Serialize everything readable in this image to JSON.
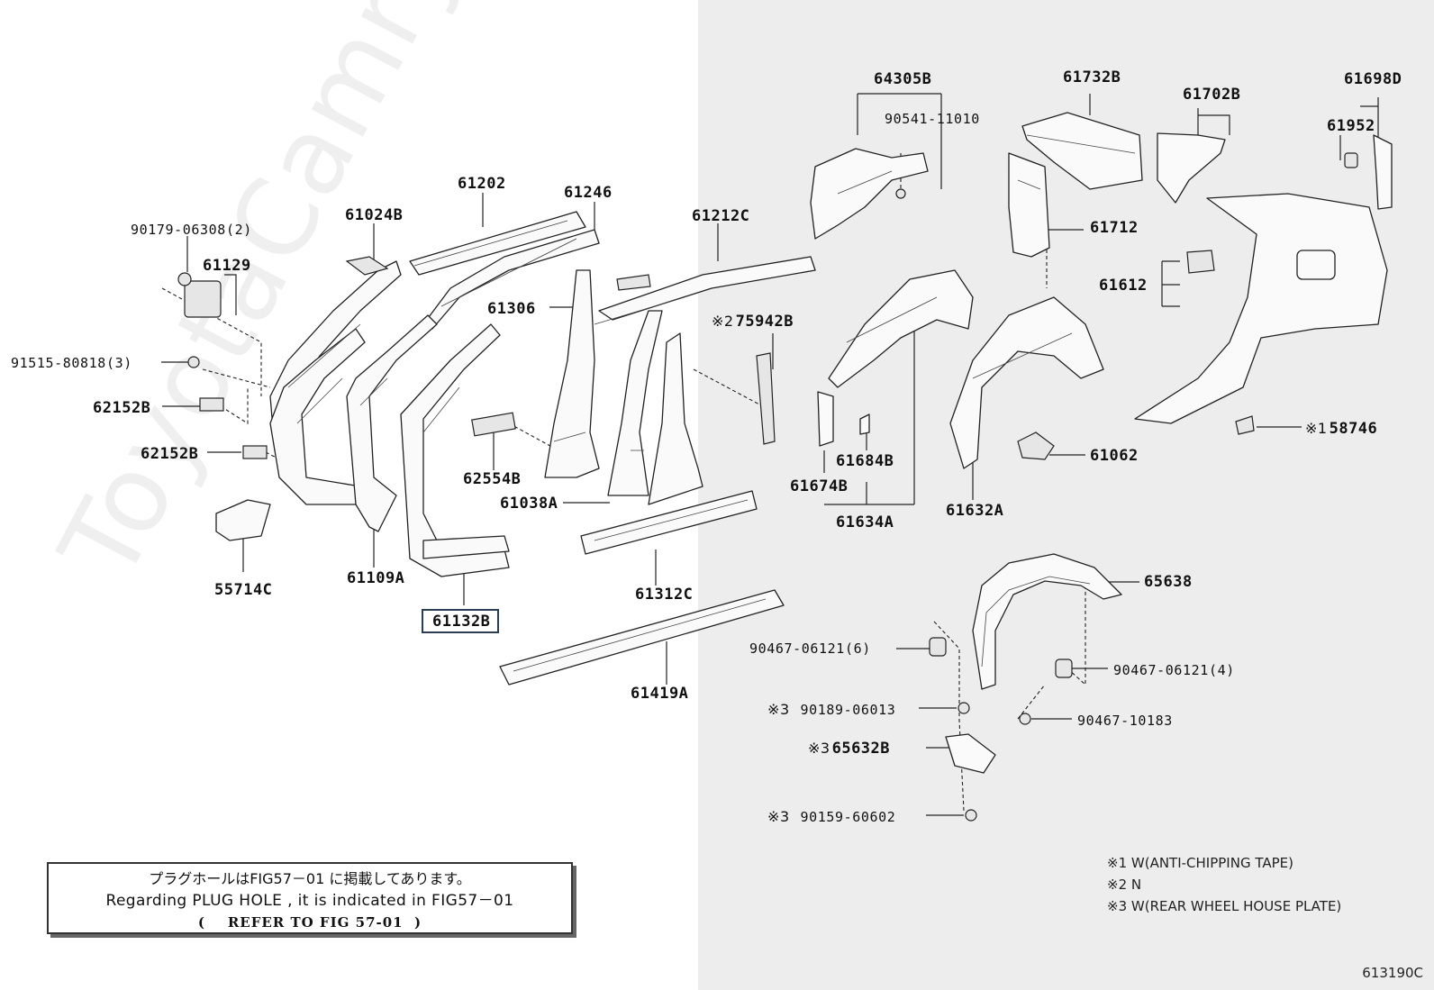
{
  "callouts": [
    {
      "id": "64305B",
      "text": "64305B"
    },
    {
      "id": "90541-11010",
      "text": "90541-11010"
    },
    {
      "id": "61732B",
      "text": "61732B"
    },
    {
      "id": "61702B",
      "text": "61702B"
    },
    {
      "id": "61698D",
      "text": "61698D"
    },
    {
      "id": "61952",
      "text": "61952"
    },
    {
      "id": "61202",
      "text": "61202"
    },
    {
      "id": "61246",
      "text": "61246"
    },
    {
      "id": "61024B",
      "text": "61024B"
    },
    {
      "id": "90179-06308",
      "text": "90179-06308(2)"
    },
    {
      "id": "61129",
      "text": "61129"
    },
    {
      "id": "61212C",
      "text": "61212C"
    },
    {
      "id": "61712",
      "text": "61712"
    },
    {
      "id": "61612",
      "text": "61612"
    },
    {
      "id": "61306",
      "text": "61306"
    },
    {
      "id": "75942B",
      "text": "75942B"
    },
    {
      "id": "91515-80818",
      "text": "91515-80818(3)"
    },
    {
      "id": "62152B-a",
      "text": "62152B"
    },
    {
      "id": "62152B-b",
      "text": "62152B"
    },
    {
      "id": "58746",
      "text": "58746"
    },
    {
      "id": "61062",
      "text": "61062"
    },
    {
      "id": "61684B",
      "text": "61684B"
    },
    {
      "id": "62554B",
      "text": "62554B"
    },
    {
      "id": "61674B",
      "text": "61674B"
    },
    {
      "id": "61038A",
      "text": "61038A"
    },
    {
      "id": "61632A",
      "text": "61632A"
    },
    {
      "id": "61634A",
      "text": "61634A"
    },
    {
      "id": "61109A",
      "text": "61109A"
    },
    {
      "id": "55714C",
      "text": "55714C"
    },
    {
      "id": "61312C",
      "text": "61312C"
    },
    {
      "id": "65638",
      "text": "65638"
    },
    {
      "id": "61132B",
      "text": "61132B"
    },
    {
      "id": "90467-06121-6",
      "text": "90467-06121(6)"
    },
    {
      "id": "90467-06121-4",
      "text": "90467-06121(4)"
    },
    {
      "id": "61419A",
      "text": "61419A"
    },
    {
      "id": "90189-06013",
      "text": "90189-06013"
    },
    {
      "id": "90467-10183",
      "text": "90467-10183"
    },
    {
      "id": "65632B",
      "text": "65632B"
    },
    {
      "id": "90159-60602",
      "text": "90159-60602"
    }
  ],
  "marks": {
    "m1": "※1",
    "m2": "※2",
    "m3": "※3"
  },
  "selected_part": "61132B",
  "note": {
    "line1": "プラグホールはFIG57－01 に掲載してあります。",
    "line2": "Regarding PLUG HOLE , it is indicated in FIG57－01",
    "line3": "(    REFER TO FIG 57-01  )"
  },
  "legend": [
    "※1 W(ANTI-CHIPPING TAPE)",
    "※2 N",
    "※3 W(REAR WHEEL HOUSE PLATE)"
  ],
  "figure_number": "613190C",
  "watermark": "ToyotaCamry.ru"
}
